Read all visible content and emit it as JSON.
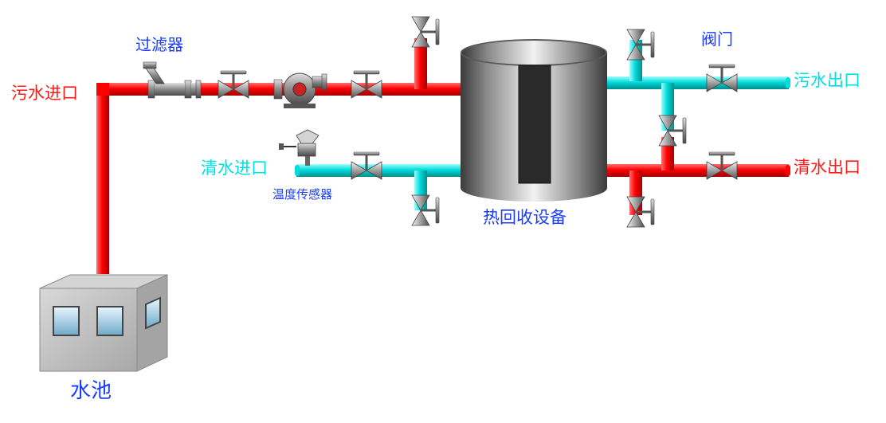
{
  "labels": {
    "sewage_inlet": "污水进口",
    "filter": "过滤器",
    "clean_inlet": "清水进口",
    "temp_sensor": "温度传感器",
    "valve": "阀门",
    "sewage_outlet": "污水出口",
    "clean_outlet": "清水出口",
    "heat_recovery": "热回收设备",
    "water_tank": "水池"
  },
  "colors": {
    "hot_pipe": "#ff0000",
    "cold_pipe": "#00dcdc",
    "label_blue": "#1a3cff",
    "label_red": "#ff1a1a",
    "label_cyan": "#00e0e0"
  }
}
